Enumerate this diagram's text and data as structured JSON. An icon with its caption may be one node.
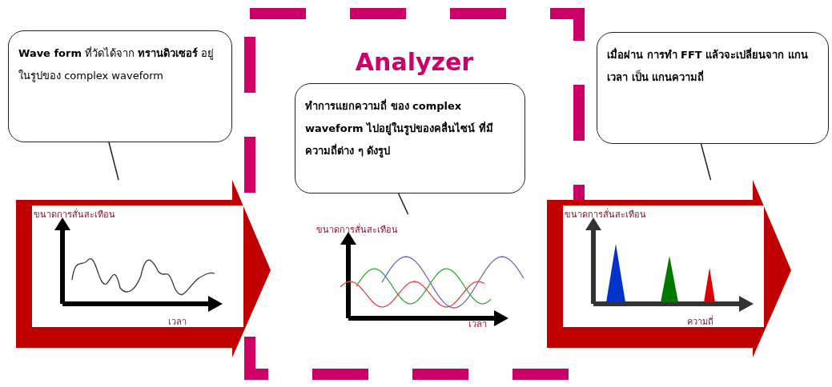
{
  "diagram": {
    "nodes": [
      {
        "text": [
          "Analyzer"
        ]
      },
      {
        "text": [
          "**Wave form** ที่วัดได้จาก **ทรานดิวเซอร์** อยู่ในรูปของ complex waveform"
        ]
      },
      {
        "text": [
          "ขนาดการสั่นสะเทือน",
          "เวลา"
        ]
      },
      {
        "text": [
          "ทำการแยกความถี่ ของ complex waveform ไปอยู่ในรูปของคลื่นไซน์ ที่มีความถี่ต่าง ๆ ดังรูป"
        ],
        "in": 0
      },
      {
        "text": [
          "ขนาดการสั่นสะเทือน",
          "เวลา"
        ],
        "in": 0
      },
      {
        "text": [
          "เมื่อผ่าน การทำ FFT แล้วจะเปลี่ยนจาก แกนเวลา เป็น แกนความถี่"
        ]
      },
      {
        "text": [
          "ขนาดการสั่นสะเทือน",
          "ความถี่"
        ]
      }
    ],
    "edges": [
      {
        "from": 1,
        "to": 2,
        "arrow": "none"
      },
      {
        "from": 3,
        "to": 4,
        "arrow": "none"
      },
      {
        "from": 5,
        "to": 6,
        "arrow": "none"
      }
    ]
  }
}
